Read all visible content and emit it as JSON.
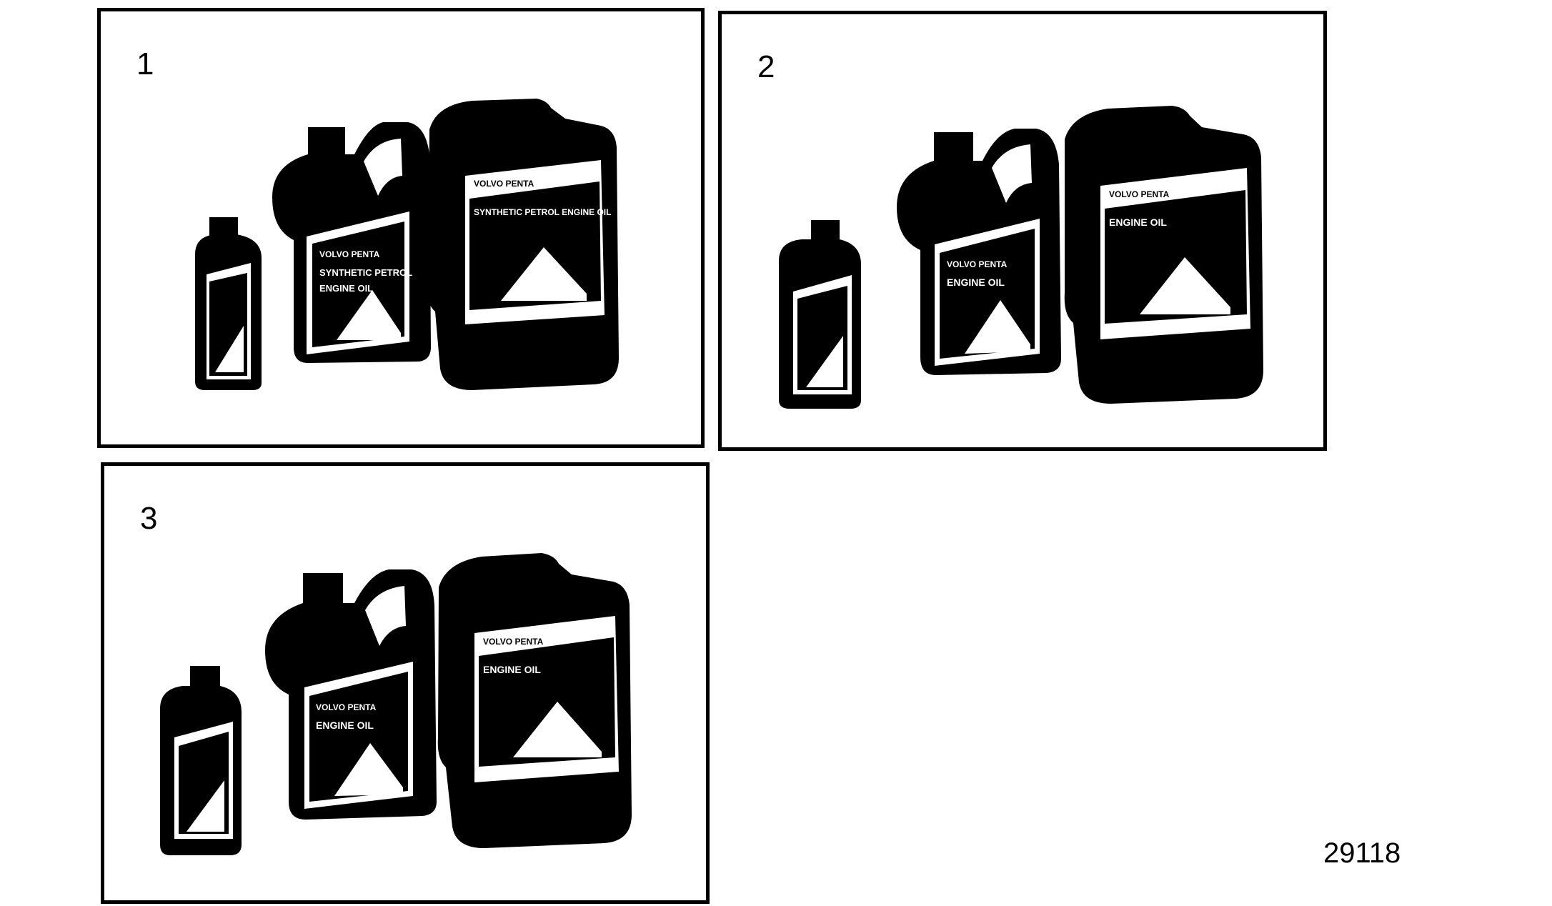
{
  "panels": [
    {
      "number": "1",
      "bottles": {
        "small": {
          "brand": "",
          "line1": "",
          "line2": ""
        },
        "medium": {
          "brand": "VOLVO PENTA",
          "line1": "SYNTHETIC PETROL",
          "line2": "ENGINE OIL"
        },
        "large": {
          "brand": "VOLVO PENTA",
          "line1": "SYNTHETIC PETROL ENGINE OIL",
          "line2": ""
        }
      }
    },
    {
      "number": "2",
      "bottles": {
        "small": {
          "brand": "",
          "line1": "",
          "line2": ""
        },
        "medium": {
          "brand": "VOLVO PENTA",
          "line1": "ENGINE OIL",
          "line2": ""
        },
        "large": {
          "brand": "VOLVO PENTA",
          "line1": "ENGINE OIL",
          "line2": ""
        }
      }
    },
    {
      "number": "3",
      "bottles": {
        "small": {
          "brand": "",
          "line1": "",
          "line2": ""
        },
        "medium": {
          "brand": "VOLVO PENTA",
          "line1": "ENGINE OIL",
          "line2": ""
        },
        "large": {
          "brand": "VOLVO PENTA",
          "line1": "ENGINE OIL",
          "line2": ""
        }
      }
    }
  ],
  "figure_id": "29118"
}
